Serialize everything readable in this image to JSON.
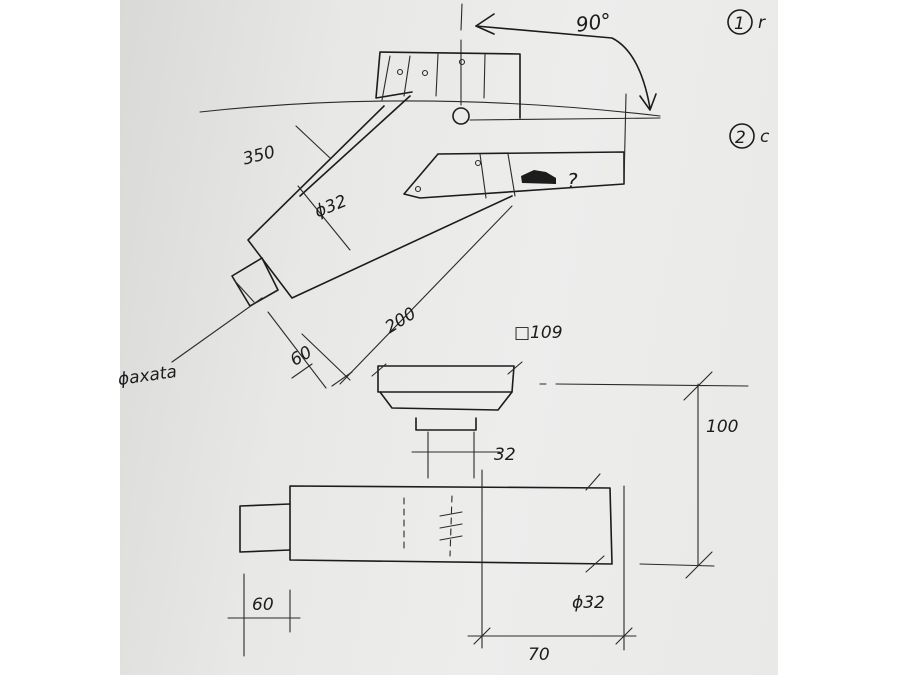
{
  "sketch": {
    "angle_label": "90°",
    "length_top": "350",
    "diameter_upper": "ϕ32",
    "length_arm": "200",
    "width_left": "60",
    "side_word": "ϕaxata",
    "question_mark": "?",
    "square_label": "□109",
    "dim_32": "32",
    "height_right": "100",
    "width_bottom_left": "60",
    "diameter_lower": "ϕ32",
    "width_bottom": "70",
    "circle_label_1": "1",
    "circle_label_2": "2",
    "circle_tail_1": "r",
    "circle_tail_2": "c"
  }
}
